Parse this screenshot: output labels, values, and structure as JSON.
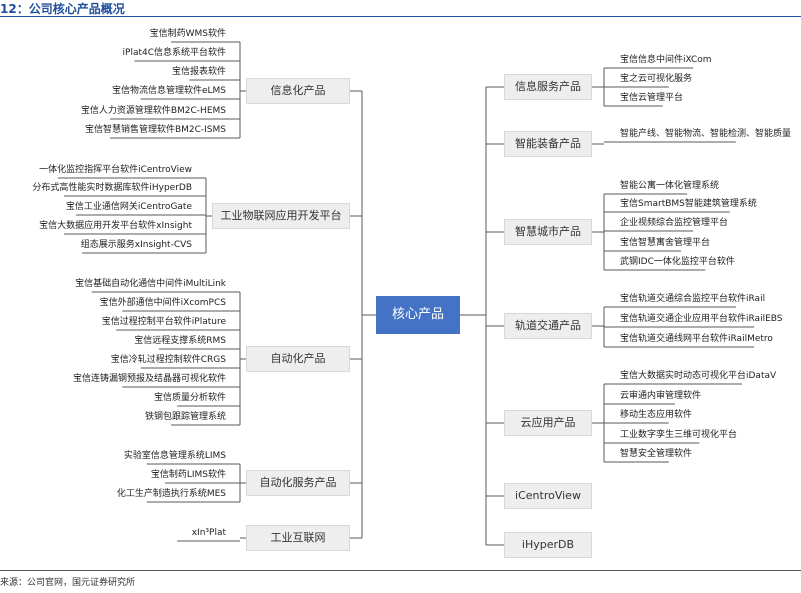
{
  "header": {
    "title": "12：公司核心产品概况"
  },
  "diagram": {
    "center": "核心产品",
    "left": [
      {
        "label": "信息化产品",
        "items": [
          "宝信制药WMS软件",
          "iPlat4C信息系统平台软件",
          "宝信报表软件",
          "宝信物流信息管理软件eLMS",
          "宝信人力资源管理软件BM2C-HEMS",
          "宝信智慧销售管理软件BM2C-ISMS"
        ]
      },
      {
        "label": "工业物联网应用开发平台",
        "items": [
          "一体化监控指挥平台软件iCentroView",
          "分布式高性能实时数据库软件iHyperDB",
          "宝信工业通信网关iCentroGate",
          "宝信大数据应用开发平台软件xInsight",
          "组态展示服务xInsight-CVS"
        ]
      },
      {
        "label": "自动化产品",
        "items": [
          "宝信基础自动化通信中间件iMultiLink",
          "宝信外部通信中间件iXcomPCS",
          "宝信过程控制平台软件iPlature",
          "宝信远程支撑系统RMS",
          "宝信冷轧过程控制软件CRGS",
          "宝信连铸漏钢预报及结晶器可视化软件",
          "宝信质量分析软件",
          "铁钢包跟踪管理系统"
        ]
      },
      {
        "label": "自动化服务产品",
        "items": [
          "实验室信息管理系统LIMS",
          "宝信制药LIMS软件",
          "化工生产制造执行系统MES"
        ]
      },
      {
        "label": "工业互联网",
        "items": [
          "xIn³Plat"
        ]
      }
    ],
    "right": [
      {
        "label": "信息服务产品",
        "items": [
          "宝信信息中间件iXCom",
          "宝之云可视化服务",
          "宝信云管理平台"
        ]
      },
      {
        "label": "智能装备产品",
        "items": [
          "智能产线、智能物流、智能检测、智能质量"
        ]
      },
      {
        "label": "智慧城市产品",
        "items": [
          "智能公寓一体化管理系统",
          "宝信SmartBMS智能建筑管理系统",
          "企业视频综合监控管理平台",
          "宝信智慧寓舍管理平台",
          "武钢IDC一体化监控平台软件"
        ]
      },
      {
        "label": "轨道交通产品",
        "items": [
          "宝信轨道交通综合监控平台软件iRail",
          "宝信轨道交通企业应用平台软件iRailEBS",
          "宝信轨道交通线网平台软件iRailMetro"
        ]
      },
      {
        "label": "云应用产品",
        "items": [
          "宝信大数据实时动态可视化平台iDataV",
          "云审通内审管理软件",
          "移动生态应用软件",
          "工业数字孪生三维可视化平台",
          "智慧安全管理软件"
        ]
      },
      {
        "label": "iCentroView",
        "items": []
      },
      {
        "label": "iHyperDB",
        "items": []
      }
    ]
  },
  "footer": {
    "source": "来源：公司官网，国元证券研究所"
  }
}
